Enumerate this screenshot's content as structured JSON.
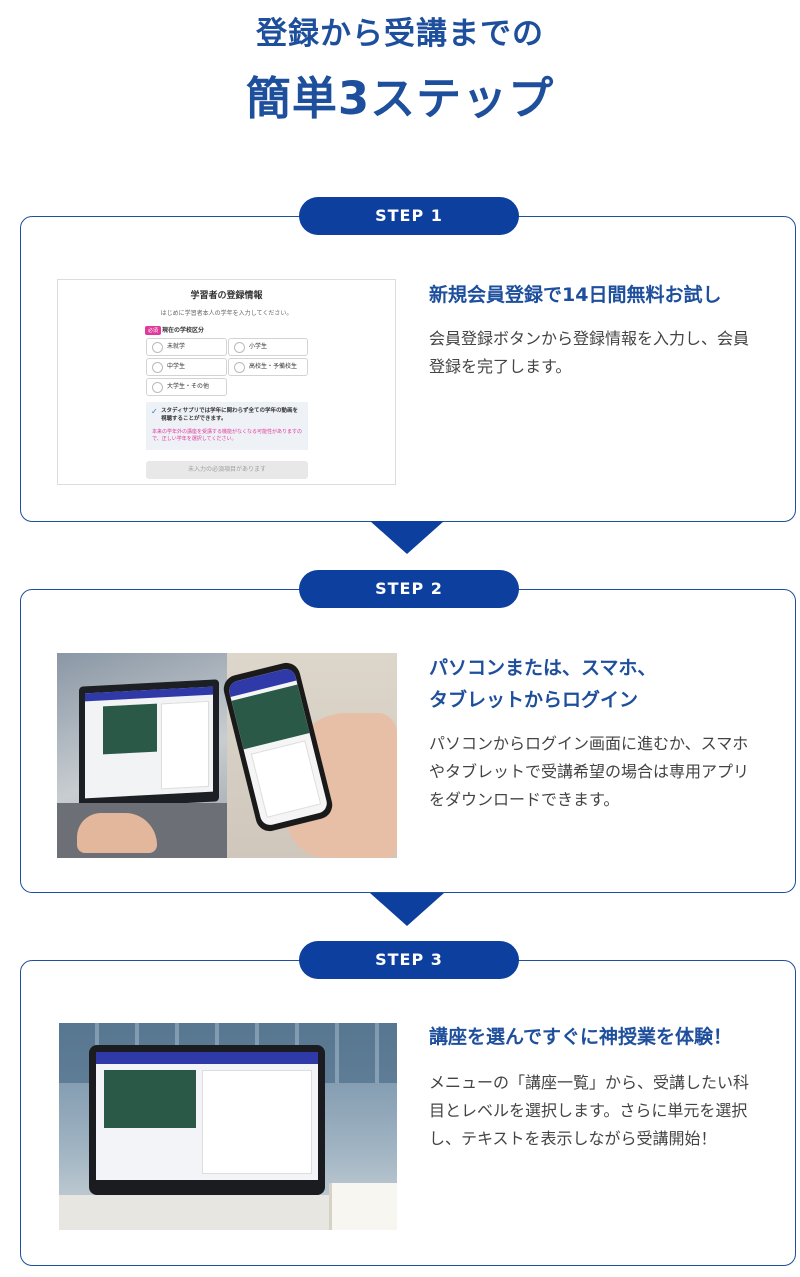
{
  "header": {
    "line1": "登録から受講までの",
    "line2": "簡単3ステップ"
  },
  "steps": [
    {
      "label": "STEP 1",
      "title": "新規会員登録で14日間無料お試し",
      "body": "会員登録ボタンから登録情報を入力し、会員登録を完了します。",
      "form": {
        "title": "学習者の登録情報",
        "subtitle": "はじめに学習者本人の学年を入力してください。",
        "required_badge": "必須",
        "field_label": "現在の学校区分",
        "options": [
          "未就学",
          "小学生",
          "中学生",
          "高校生・予備校生",
          "大学生・その他"
        ],
        "notice": "スタディサプリでは学年に関わらず全ての学年の動画を視聴することができます。",
        "warning": "本来の学年外の講座を受講する機能がなくなる可能性がありますので、正しい学年を選択してください。",
        "submit_label": "未入力の必須項目があります"
      }
    },
    {
      "label": "STEP 2",
      "title_line1": "パソコンまたは、スマホ、",
      "title_line2": "タブレットからログイン",
      "body": "パソコンからログイン画面に進むか、スマホやタブレットで受講希望の場合は専用アプリをダウンロードできます。"
    },
    {
      "label": "STEP 3",
      "title": "講座を選んですぐに神授業を体験！",
      "body": "メニューの「講座一覧」から、受講したい科目とレベルを選択します。さらに単元を選択し、テキストを表示しながら受講開始！"
    }
  ],
  "colors": {
    "accent": "#0d3f9e",
    "heading": "#1e4f9c",
    "pink": "#e0399a"
  }
}
